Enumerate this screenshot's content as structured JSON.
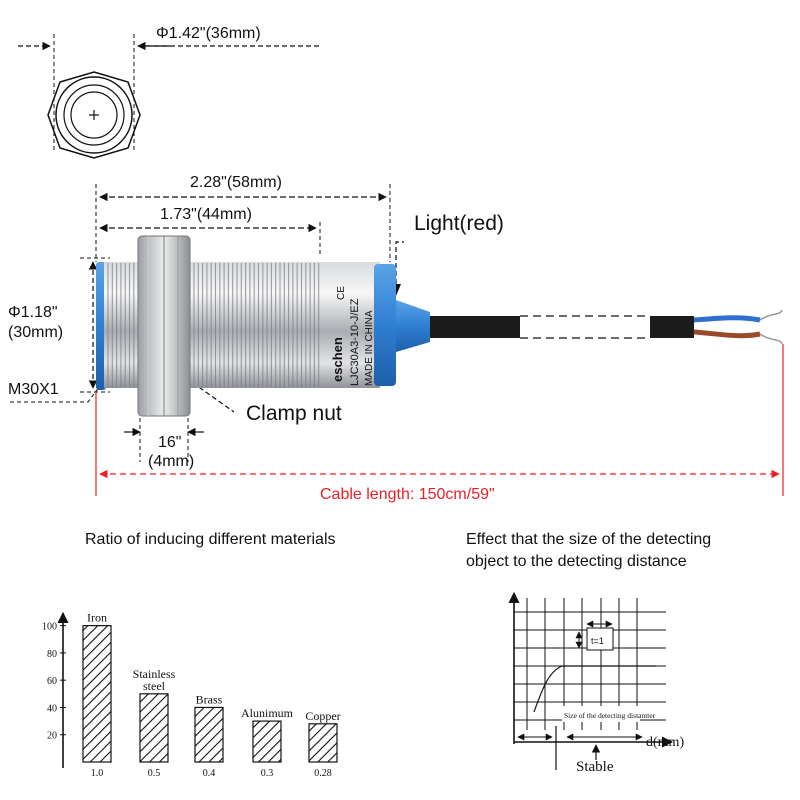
{
  "dimensions": {
    "diameter_top": "Φ1.42\"(36mm)",
    "overall_length": "2.28\"(58mm)",
    "thread_length": "1.73\"(44mm)",
    "diameter_body_line1": "Φ1.18\"",
    "diameter_body_line2": "(30mm)",
    "thread_spec": "M30X1",
    "nut_width_line1": "16\"",
    "nut_width_line2": "(4mm)"
  },
  "callouts": {
    "light": "Light(red)",
    "clamp_nut": "Clamp nut",
    "cable_length": "Cable length: 150cm/59\""
  },
  "sensor_print": {
    "brand": "eschen",
    "model": "LJC30A3-10-J/EZ",
    "origin": "MADE IN CHINA",
    "ce_mark": "CE"
  },
  "colors": {
    "cable_length_red": "#e8202a",
    "sensor_blue": "#2f7fd3",
    "metal": "#b9bcc1"
  },
  "materials_section": {
    "title": "Ratio of inducing different materials"
  },
  "chart_data": {
    "type": "bar",
    "categories": [
      "Iron",
      "Stainless steel",
      "Brass",
      "Alunimum",
      "Copper"
    ],
    "values": [
      100,
      50,
      40,
      30,
      28
    ],
    "ratio_labels": [
      "1.0",
      "0.5",
      "0.4",
      "0.3",
      "0.28"
    ],
    "yticks": [
      "20",
      "40",
      "60",
      "80",
      "100"
    ],
    "ylim": [
      0,
      110
    ],
    "pattern": "diagonal-hatch"
  },
  "size_effect_section": {
    "title_line1": "Effect that the size of the detecting",
    "title_line2": "object to the detecting distance",
    "xlabel": "d(mm)",
    "stable_label": "Stable",
    "inner_label": "Size of the detecting distantter",
    "t_label": "t=1"
  }
}
